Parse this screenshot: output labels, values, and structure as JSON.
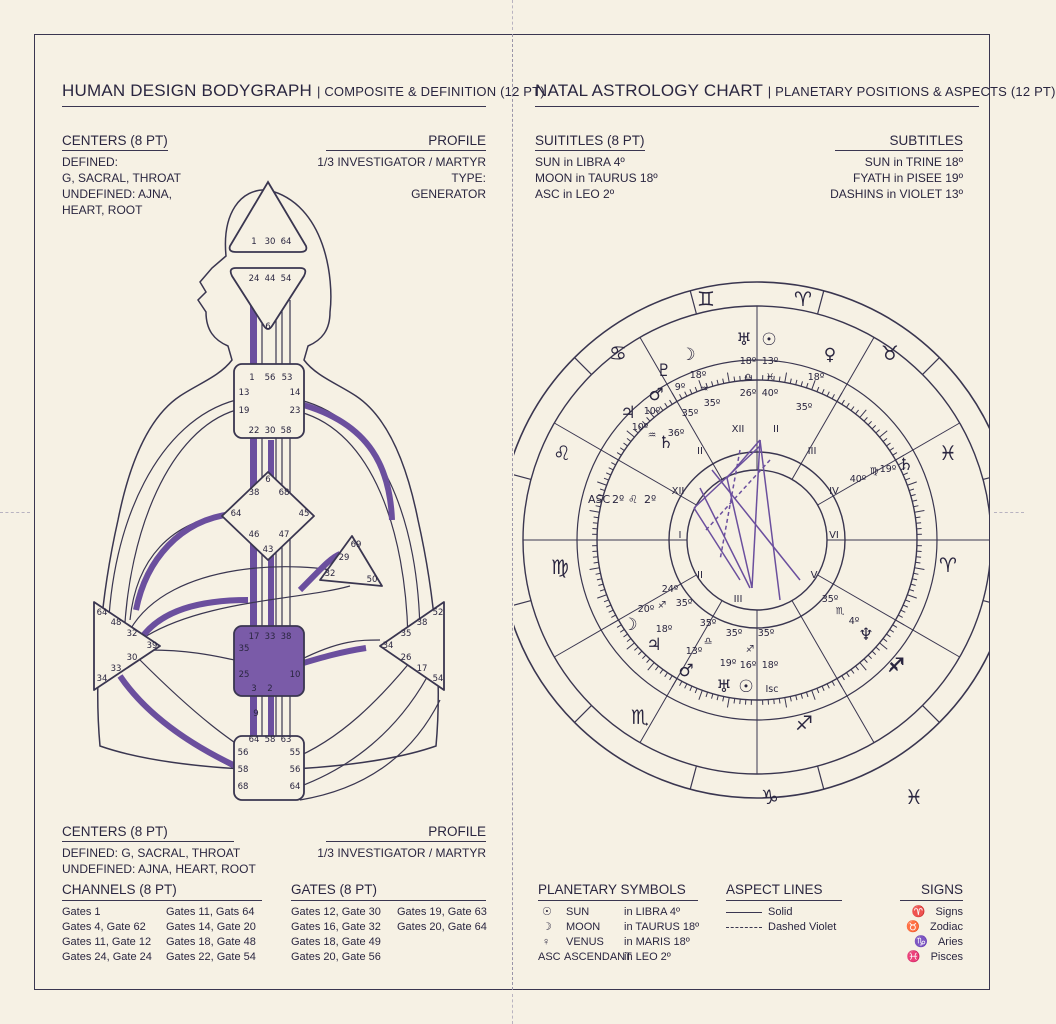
{
  "left": {
    "title": "HUMAN DESIGN BODYGRAPH",
    "subtitle": "| COMPOSITE & DEFINITION (12 PT)",
    "top": {
      "centers_heading": "CENTERS (8 PT)",
      "centers_lines": [
        "DEFINED:",
        "G, SACRAL, THROAT",
        "UNDEFINED: AJNA,",
        "HEART, ROOT"
      ],
      "profile_heading": "PROFILE",
      "profile_lines": [
        "1/3 INVESTIGATOR / MARTYR",
        "TYPE:",
        "GENERATOR"
      ]
    },
    "bottom": {
      "centers_heading": "CENTERS (8 PT)",
      "centers_lines": [
        "DEFINED: G, SACRAL, THROAT",
        "UNDEFINED: AJNA, HEART, ROOT"
      ],
      "profile_heading": "PROFILE",
      "profile_line": "1/3 INVESTIGATOR / MARTYR",
      "channels_heading": "CHANNELS (8 PT)",
      "channels_col1": [
        "Gates 1",
        "Gates 4, Gate 62",
        "Gates 11, Gate 12",
        "Gates 24, Gate 24"
      ],
      "channels_col2": [
        "Gates 11, Gats 64",
        "Gates 14, Gate 20",
        "Gates 18, Gate 48",
        "Gates 22, Gate 54"
      ],
      "gates_heading": "GATES (8 PT)",
      "gates_col1": [
        "Gates 12, Gate 30",
        "Gates 16, Gate 32",
        "Gates 18, Gate 49",
        "Gates 20, Gate 56"
      ],
      "gates_col2": [
        "Gates 19, Gate 63",
        "Gates 20, Gate 64"
      ]
    },
    "gates": {
      "head": [
        "1",
        "30",
        "64"
      ],
      "ajna": [
        "24",
        "44",
        "54",
        "6"
      ],
      "throat": [
        "1",
        "56",
        "53",
        "13",
        "14",
        "19",
        "23",
        "22",
        "30",
        "58"
      ],
      "g": [
        "6",
        "38",
        "68",
        "64",
        "45",
        "46",
        "47",
        "43"
      ],
      "heart": [
        "69",
        "29",
        "32",
        "50"
      ],
      "spleen": [
        "64",
        "48",
        "32",
        "39",
        "30",
        "33",
        "34"
      ],
      "solar": [
        "52",
        "38",
        "35",
        "34",
        "26",
        "17",
        "54"
      ],
      "sacral": [
        "17",
        "33",
        "38",
        "35",
        "25",
        "10",
        "3",
        "2",
        "9"
      ],
      "root": [
        "64",
        "58",
        "63",
        "56",
        "55",
        "58",
        "56",
        "68",
        "64",
        "3",
        "9"
      ]
    }
  },
  "right": {
    "title": "NATAL ASTROLOGY CHART",
    "subtitle": "| PLANETARY POSITIONS & ASPECTS (12 PT)",
    "suititles_heading": "SUITITLES (8 PT)",
    "suititles_lines": [
      "SUN in LIBRA 4º",
      "MOON in TAURUS 18º",
      "ASC in LEO 2º"
    ],
    "subtitles_heading": "SUBTITLES",
    "subtitles_lines": [
      "SUN in TRINE 18º",
      "FYATH in PISEE 19º",
      "DASHINS in VIOLET 13º"
    ],
    "zodiac_signs": [
      "♊",
      "♈",
      "♉",
      "♓",
      "♈",
      "♐",
      "♐",
      "♓",
      "♑",
      "♏",
      "♍",
      "♌",
      "♋"
    ],
    "house_labels": [
      "XII",
      "II",
      "III",
      "IV",
      "VI",
      "V",
      "III",
      "II",
      "I",
      "XII",
      "II"
    ],
    "asc_label": "ASC",
    "asc_values": [
      "2º",
      "♌",
      "2º"
    ],
    "planet_labels": [
      "18º",
      "13º",
      "♎",
      "♓",
      "26º",
      "40º",
      "18º",
      "35º",
      "18º",
      "9º",
      "♒",
      "35º",
      "10º",
      "10º",
      "♒",
      "36º",
      "35º",
      "40º",
      "♍",
      "19º",
      "24º",
      "20º",
      "♐",
      "35º",
      "18º",
      "35º",
      "♎",
      "13º",
      "35º",
      "♐",
      "35º",
      "19º",
      "16º",
      "18º",
      "35º",
      "♏",
      "4º",
      "Isc"
    ],
    "legend": {
      "symbols_heading": "PLANETARY SYMBOLS",
      "symbols": [
        {
          "icon": "☉",
          "name": "SUN",
          "pos": "in LIBRA  4º"
        },
        {
          "icon": "☽",
          "name": "MOON",
          "pos": "in TAURUS 18º"
        },
        {
          "icon": "♀",
          "name": "VENUS",
          "pos": "in MARIS 18º"
        },
        {
          "icon": "ASC",
          "name": "ASCENDANT",
          "pos": "in LEO    2º"
        }
      ],
      "aspects_heading": "ASPECT LINES",
      "aspects": [
        "Solid",
        "Dashed Violet"
      ],
      "signs_heading": "SIGNS",
      "signs": [
        {
          "icon": "♈",
          "name": "Signs"
        },
        {
          "icon": "♉",
          "name": "Zodiac"
        },
        {
          "icon": "♑",
          "name": "Aries"
        },
        {
          "icon": "♓",
          "name": "Pisces"
        }
      ]
    }
  },
  "colors": {
    "paper": "#f6f1e4",
    "ink": "#2a2640",
    "violet": "#6b4f9e",
    "violet_fill": "#7a5ba8"
  }
}
